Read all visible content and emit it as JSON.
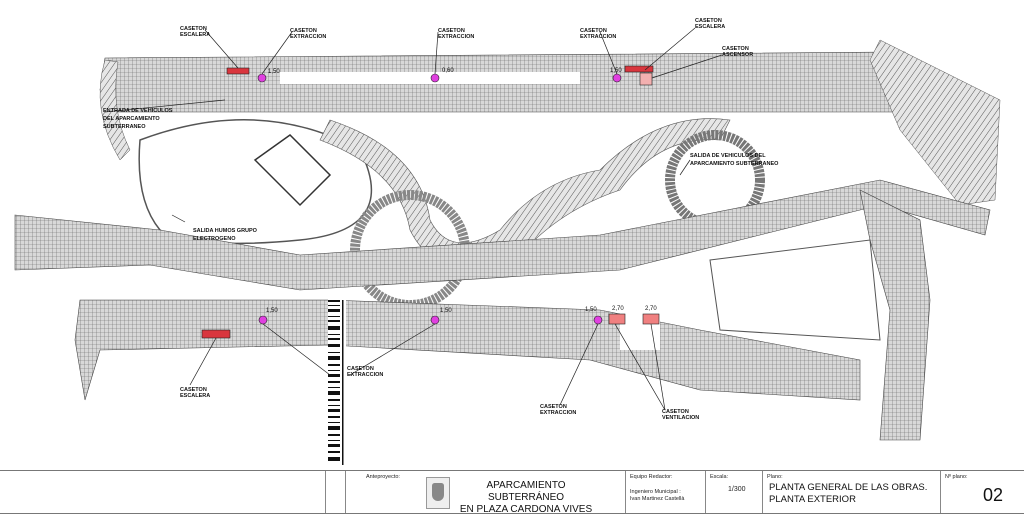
{
  "plan_labels": {
    "caseton_escalera_1": [
      "CASETON",
      "ESCALERA"
    ],
    "caseton_extraccion_1": [
      "CASETON",
      "EXTRACCION"
    ],
    "caseton_extraccion_2": [
      "CASETON",
      "EXTRACCION"
    ],
    "caseton_extraccion_3": [
      "CASETON",
      "EXTRACCION"
    ],
    "caseton_escalera_2": [
      "CASETON",
      "ESCALERA"
    ],
    "caseton_ascensor": [
      "CASETON",
      "ASCENSOR"
    ],
    "entrada_vehiculos": [
      "ENTRADA DE VEHICULOS",
      "DEL APARCAMIENTO",
      "SUBTERRANEO"
    ],
    "salida_vehiculos": [
      "SALIDA DE VEHICULOS DEL",
      "APARCAMIENTO SUBTERRANEO"
    ],
    "salida_humos": [
      "SALIDA HUMOS GRUPO",
      "ELECTROGENO"
    ],
    "caseton_escalera_3": [
      "CASETON",
      "ESCALERA"
    ],
    "caseton_extraccion_4": [
      "CASETON",
      "EXTRACCION"
    ],
    "caseton_extraccion_5": [
      "CASETON",
      "EXTRACCION"
    ],
    "caseton_ventilacion": [
      "CASETON",
      "VENTILACION"
    ]
  },
  "dimensions": {
    "top": [
      "1,50",
      "0,60",
      "1,50"
    ],
    "bottom": [
      "1,50",
      "1,50",
      "1,50",
      "2,70",
      "2,70"
    ]
  },
  "title_block": {
    "anteproyecto_label": "Anteproyecto:",
    "project_title": [
      "APARCAMIENTO SUBTERRÁNEO",
      "EN PLAZA CARDONA VIVES"
    ],
    "equipo_label": "Equipo Redactor:",
    "ingeniero_label": "Ingeniero Municipal :",
    "ingeniero_name": "Ivan Martinez Castellà",
    "escala_label": "Escala:",
    "escala_value": "1/300",
    "plano_label": "Plano:",
    "plano_title": [
      "PLANTA GENERAL DE LAS OBRAS.",
      "PLANTA EXTERIOR"
    ],
    "numero_label": "Nº plano:",
    "numero_value": "02"
  },
  "colors": {
    "hatch": "#6a6a6a",
    "caseton_red": "#d9363e",
    "extraccion_magenta": "#e040e0"
  }
}
